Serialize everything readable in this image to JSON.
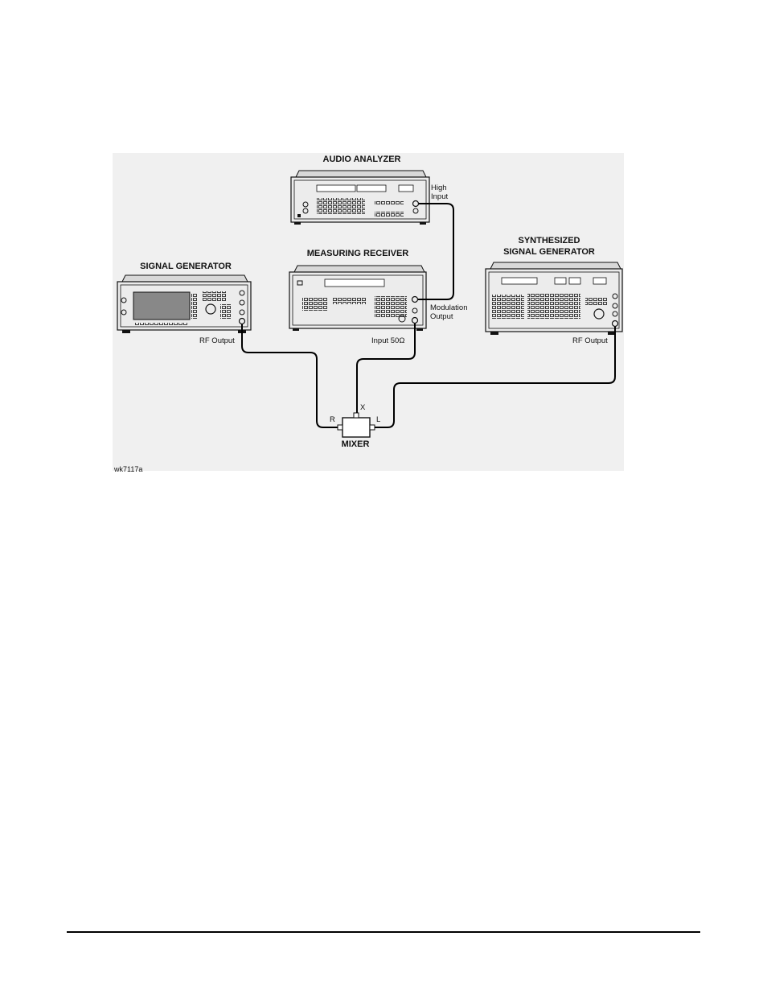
{
  "figure": {
    "instruments": {
      "audio_analyzer": {
        "title": "AUDIO ANALYZER",
        "port": "High\nInput"
      },
      "measuring_receiver": {
        "title": "MEASURING RECEIVER",
        "port_modulation": "Modulation\nOutput",
        "port_input": "Input 50Ω"
      },
      "signal_generator": {
        "title": "SIGNAL GENERATOR",
        "port": "RF Output"
      },
      "synth_signal_generator": {
        "title": "SYNTHESIZED\nSIGNAL GENERATOR",
        "port": "RF Output"
      },
      "mixer": {
        "title": "MIXER",
        "port_r": "R",
        "port_x": "X",
        "port_l": "L"
      }
    },
    "figure_id": "wk7117a"
  },
  "colors": {
    "panel": "#e8e8e8",
    "background": "#f0f0f0",
    "line": "#000000"
  }
}
